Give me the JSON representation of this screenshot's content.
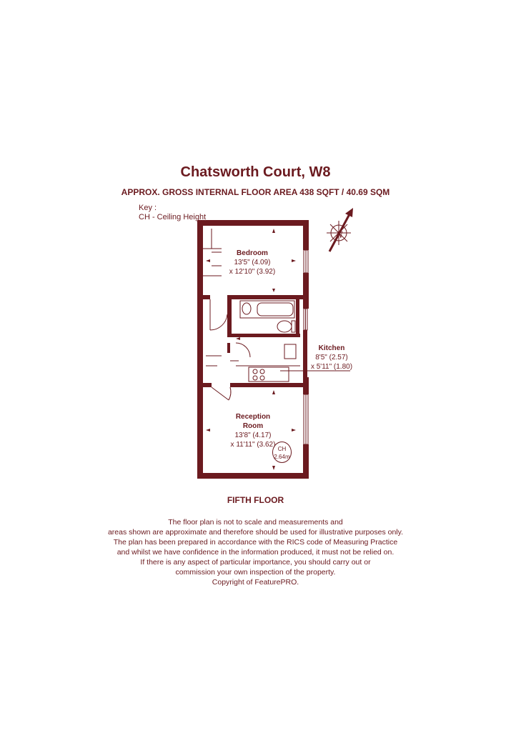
{
  "header": {
    "title": "Chatsworth Court, W8",
    "subtitle": "APPROX. GROSS INTERNAL FLOOR AREA 438  SQFT / 40.69 SQM"
  },
  "key": {
    "heading": "Key :",
    "entry": "CH - Ceiling Height"
  },
  "compass": {
    "letter": "N"
  },
  "rooms": {
    "bedroom": {
      "name": "Bedroom",
      "dim1": "13'5\" (4.09)",
      "dim2": "x 12'10\" (3.92)"
    },
    "kitchen": {
      "name": "Kitchen",
      "dim1": "8'5\" (2.57)",
      "dim2": "x 5'11\" (1.80)"
    },
    "reception": {
      "name": "Reception",
      "name2": "Room",
      "dim1": "13'8\" (4.17)",
      "dim2": "x 11'11\" (3.62)"
    }
  },
  "ceiling_height": {
    "label": "CH",
    "value": "2.64m"
  },
  "floor": {
    "label": "FIFTH FLOOR"
  },
  "disclaimer": {
    "lines": [
      "The floor plan is not to scale and measurements and",
      "areas shown are approximate and therefore should be used for illustrative purposes only.",
      "The plan has been prepared in accordance with the RICS code of Measuring Practice",
      "and whilst we have confidence in the information produced, it must not be relied on.",
      "If there is any aspect of particular importance, you should carry out or",
      "commission your own inspection of the property.",
      "Copyright of FeaturePRO."
    ]
  },
  "colors": {
    "wall": "#6b1a1f",
    "text": "#6b1a1f"
  }
}
